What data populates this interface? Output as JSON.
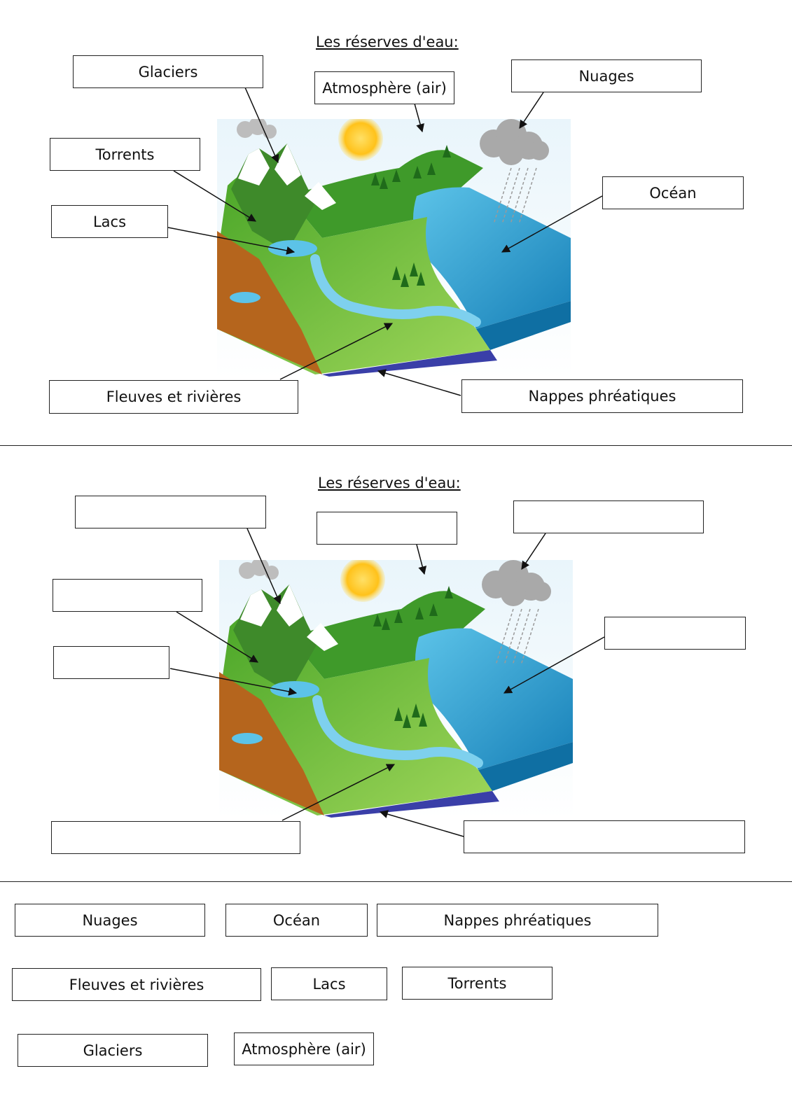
{
  "sections": [
    {
      "title": "Les réserves d'eau:",
      "labels": {
        "glaciers": "Glaciers",
        "atmosphere": "Atmosphère (air)",
        "nuages": "Nuages",
        "torrents": "Torrents",
        "ocean": "Océan",
        "lacs": "Lacs",
        "fleuves": "Fleuves et rivières",
        "nappes": "Nappes phréatiques"
      }
    },
    {
      "title": "Les réserves d'eau:",
      "labels": {
        "glaciers": "",
        "atmosphere": "",
        "nuages": "",
        "torrents": "",
        "ocean": "",
        "lacs": "",
        "fleuves": "",
        "nappes": ""
      }
    }
  ],
  "word_bank": [
    "Nuages",
    "Océan",
    "Nappes phréatiques",
    "Fleuves et rivières",
    "Lacs",
    "Torrents",
    "Glaciers",
    "Atmosphère (air)"
  ]
}
